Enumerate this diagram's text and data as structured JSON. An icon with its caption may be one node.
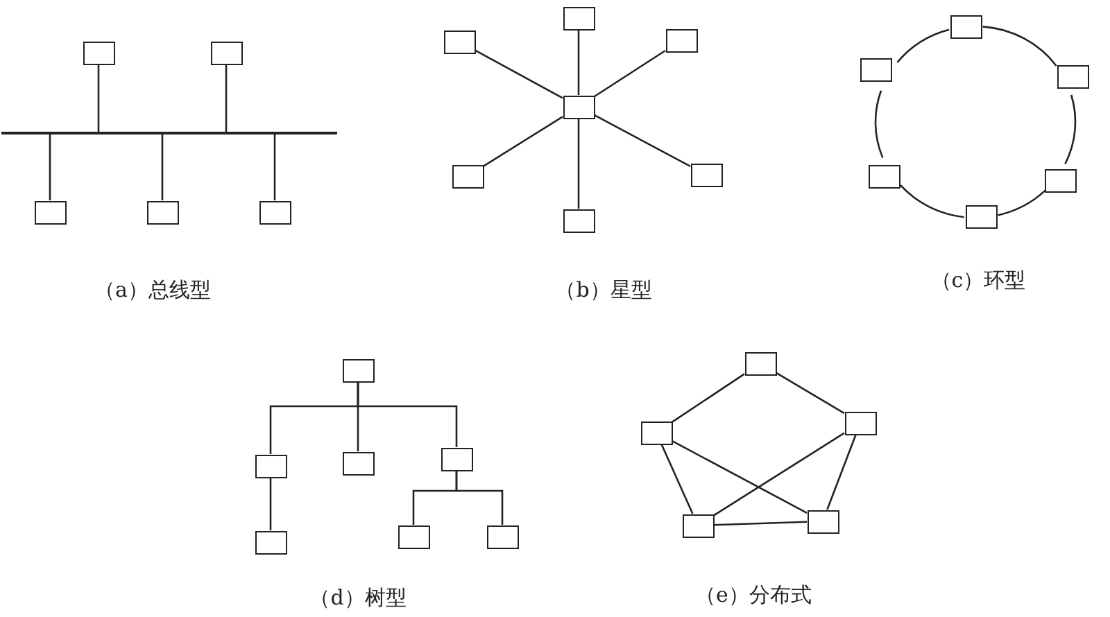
{
  "diagram": {
    "nodes": [
      {
        "text": [],
        "shape": "box"
      },
      {
        "text": [],
        "shape": "box"
      },
      {
        "text": [],
        "shape": "bar"
      },
      {
        "text": [],
        "shape": "box"
      },
      {
        "text": [],
        "shape": "box"
      },
      {
        "text": [],
        "shape": "box"
      },
      {
        "text": [],
        "shape": "box"
      },
      {
        "text": [],
        "shape": "box"
      },
      {
        "text": [],
        "shape": "box"
      },
      {
        "text": [],
        "shape": "box"
      },
      {
        "text": [],
        "shape": "box"
      },
      {
        "text": [],
        "shape": "box"
      },
      {
        "text": [],
        "shape": "box"
      },
      {
        "text": [],
        "shape": "box"
      },
      {
        "text": [],
        "shape": "box"
      },
      {
        "text": [],
        "shape": "box"
      },
      {
        "text": [],
        "shape": "box"
      },
      {
        "text": [],
        "shape": "box"
      },
      {
        "text": [],
        "shape": "box"
      },
      {
        "text": [],
        "shape": "box"
      },
      {
        "text": [],
        "shape": "box"
      },
      {
        "text": [],
        "shape": "box"
      },
      {
        "text": [],
        "shape": "box"
      },
      {
        "text": [],
        "shape": "box"
      },
      {
        "text": [],
        "shape": "box"
      },
      {
        "text": [],
        "shape": "box"
      },
      {
        "text": [],
        "shape": "box"
      },
      {
        "text": [],
        "shape": "box"
      },
      {
        "text": [],
        "shape": "box"
      },
      {
        "text": [],
        "shape": "box"
      },
      {
        "text": [],
        "shape": "box"
      }
    ],
    "edges": [
      {
        "from": 2,
        "to": 0,
        "arrow": "none"
      },
      {
        "from": 2,
        "to": 1,
        "arrow": "none"
      },
      {
        "from": 2,
        "to": 3,
        "arrow": "none"
      },
      {
        "from": 2,
        "to": 4,
        "arrow": "none"
      },
      {
        "from": 2,
        "to": 5,
        "arrow": "none"
      },
      {
        "from": 9,
        "to": 6,
        "arrow": "none"
      },
      {
        "from": 9,
        "to": 7,
        "arrow": "none"
      },
      {
        "from": 9,
        "to": 8,
        "arrow": "none"
      },
      {
        "from": 9,
        "to": 10,
        "arrow": "none"
      },
      {
        "from": 9,
        "to": 11,
        "arrow": "none"
      },
      {
        "from": 9,
        "to": 12,
        "arrow": "none"
      },
      {
        "from": 13,
        "to": 15,
        "arrow": "none"
      },
      {
        "from": 15,
        "to": 17,
        "arrow": "none"
      },
      {
        "from": 17,
        "to": 18,
        "arrow": "none"
      },
      {
        "from": 18,
        "to": 16,
        "arrow": "none"
      },
      {
        "from": 16,
        "to": 14,
        "arrow": "none"
      },
      {
        "from": 14,
        "to": 13,
        "arrow": "none"
      },
      {
        "from": 19,
        "to": 20,
        "arrow": "none"
      },
      {
        "from": 19,
        "to": 21,
        "arrow": "none"
      },
      {
        "from": 19,
        "to": 22,
        "arrow": "none"
      },
      {
        "from": 20,
        "to": 23,
        "arrow": "none"
      },
      {
        "from": 22,
        "to": 24,
        "arrow": "none"
      },
      {
        "from": 22,
        "to": 25,
        "arrow": "none"
      },
      {
        "from": 26,
        "to": 27,
        "arrow": "none"
      },
      {
        "from": 26,
        "to": 28,
        "arrow": "none"
      },
      {
        "from": 27,
        "to": 29,
        "arrow": "none"
      },
      {
        "from": 27,
        "to": 30,
        "arrow": "none"
      },
      {
        "from": 28,
        "to": 29,
        "arrow": "none"
      },
      {
        "from": 28,
        "to": 30,
        "arrow": "none"
      },
      {
        "from": 29,
        "to": 30,
        "arrow": "none"
      }
    ],
    "labels": [
      "（a）总线型",
      "（b）星型",
      "（c）环型",
      "（d）树型",
      "（e）分布式"
    ]
  }
}
